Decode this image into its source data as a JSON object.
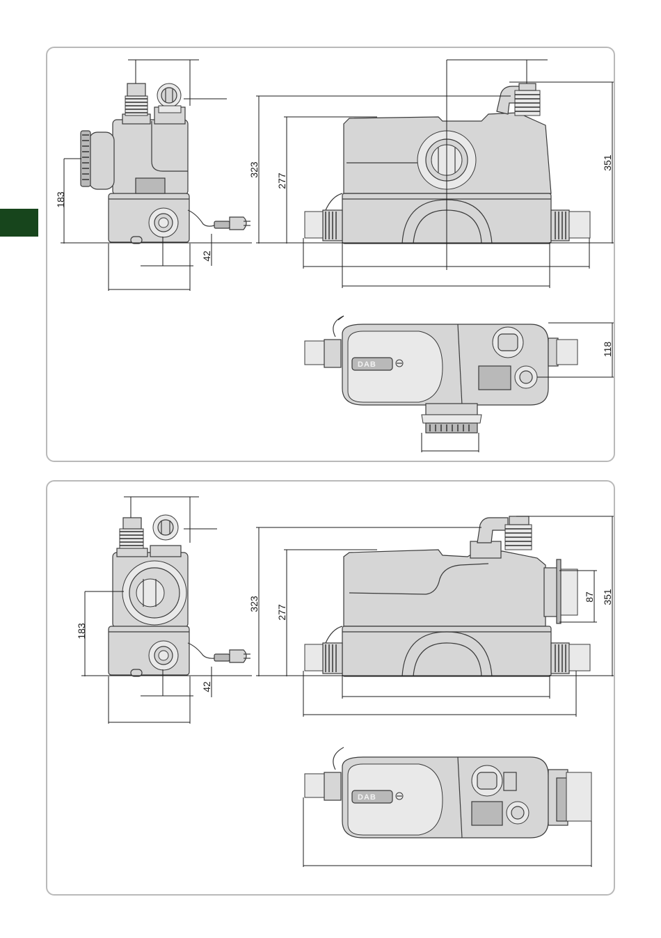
{
  "page_tab_color": "#17451c",
  "panel1": {
    "dims": {
      "side_height": "183",
      "side_inlet": "42",
      "front_inner": "277",
      "front_outer": "323",
      "front_total": "351",
      "top_depth": "118"
    },
    "logo": "DAB"
  },
  "panel2": {
    "dims": {
      "side_height": "183",
      "side_inlet": "42",
      "front_inner": "277",
      "front_outer": "323",
      "front_total": "351",
      "side_port": "87"
    },
    "logo": "DAB"
  }
}
